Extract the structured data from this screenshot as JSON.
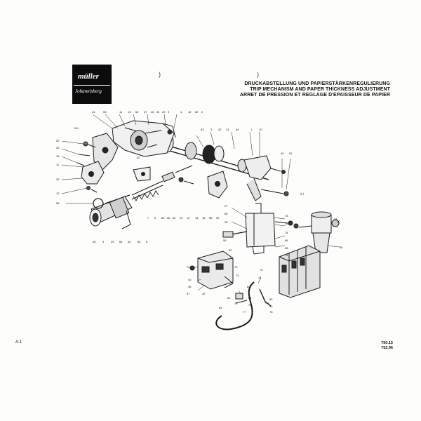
{
  "logo": {
    "brand": "müller",
    "place": "Johannisberg"
  },
  "title": {
    "line1": "DRUCKABSTELLUNG UND PAPIERSTÄRKENREGULIERUNG",
    "line2": "TRIP MECHANISM AND PAPER THICKNESS ADJUSTMENT",
    "line3": "ARRET DE PRESSION ET REGLAGE D'EPAISSEUR DE PAPIER"
  },
  "corner_mark": "A 1",
  "references": [
    "750.15",
    "752.96"
  ],
  "section_labels": [
    "5.6",
    "5.1"
  ],
  "callouts": {
    "top_row": [
      "24",
      "53",
      "11",
      "13",
      "62",
      "57",
      "26",
      "31",
      "22",
      "9",
      "4",
      "42",
      "62",
      "2"
    ],
    "mid_top": [
      "63",
      "3",
      "42",
      "41",
      "64",
      "1",
      "10"
    ],
    "left_col": [
      "50",
      "25",
      "16",
      "11",
      "23",
      "12",
      "55"
    ],
    "right_top": [
      "40",
      "51"
    ],
    "mid_row": [
      "52",
      "7",
      "5",
      "62",
      "56",
      "52",
      "24",
      "12",
      "14",
      "16",
      "58",
      "53"
    ],
    "bottom_left": [
      "30",
      "9",
      "29",
      "64",
      "60",
      "54",
      "8"
    ],
    "lower_center": [
      "27",
      "65",
      "28",
      "75",
      "35",
      "76",
      "78",
      "66",
      "55",
      "58",
      "74",
      "55"
    ],
    "lower_left": [
      "82",
      "72",
      "73",
      "72",
      "40",
      "38",
      "67",
      "42",
      "73",
      "71",
      "80",
      "84",
      "73",
      "61",
      "79",
      "77",
      "83",
      "66",
      "82",
      "78"
    ]
  }
}
